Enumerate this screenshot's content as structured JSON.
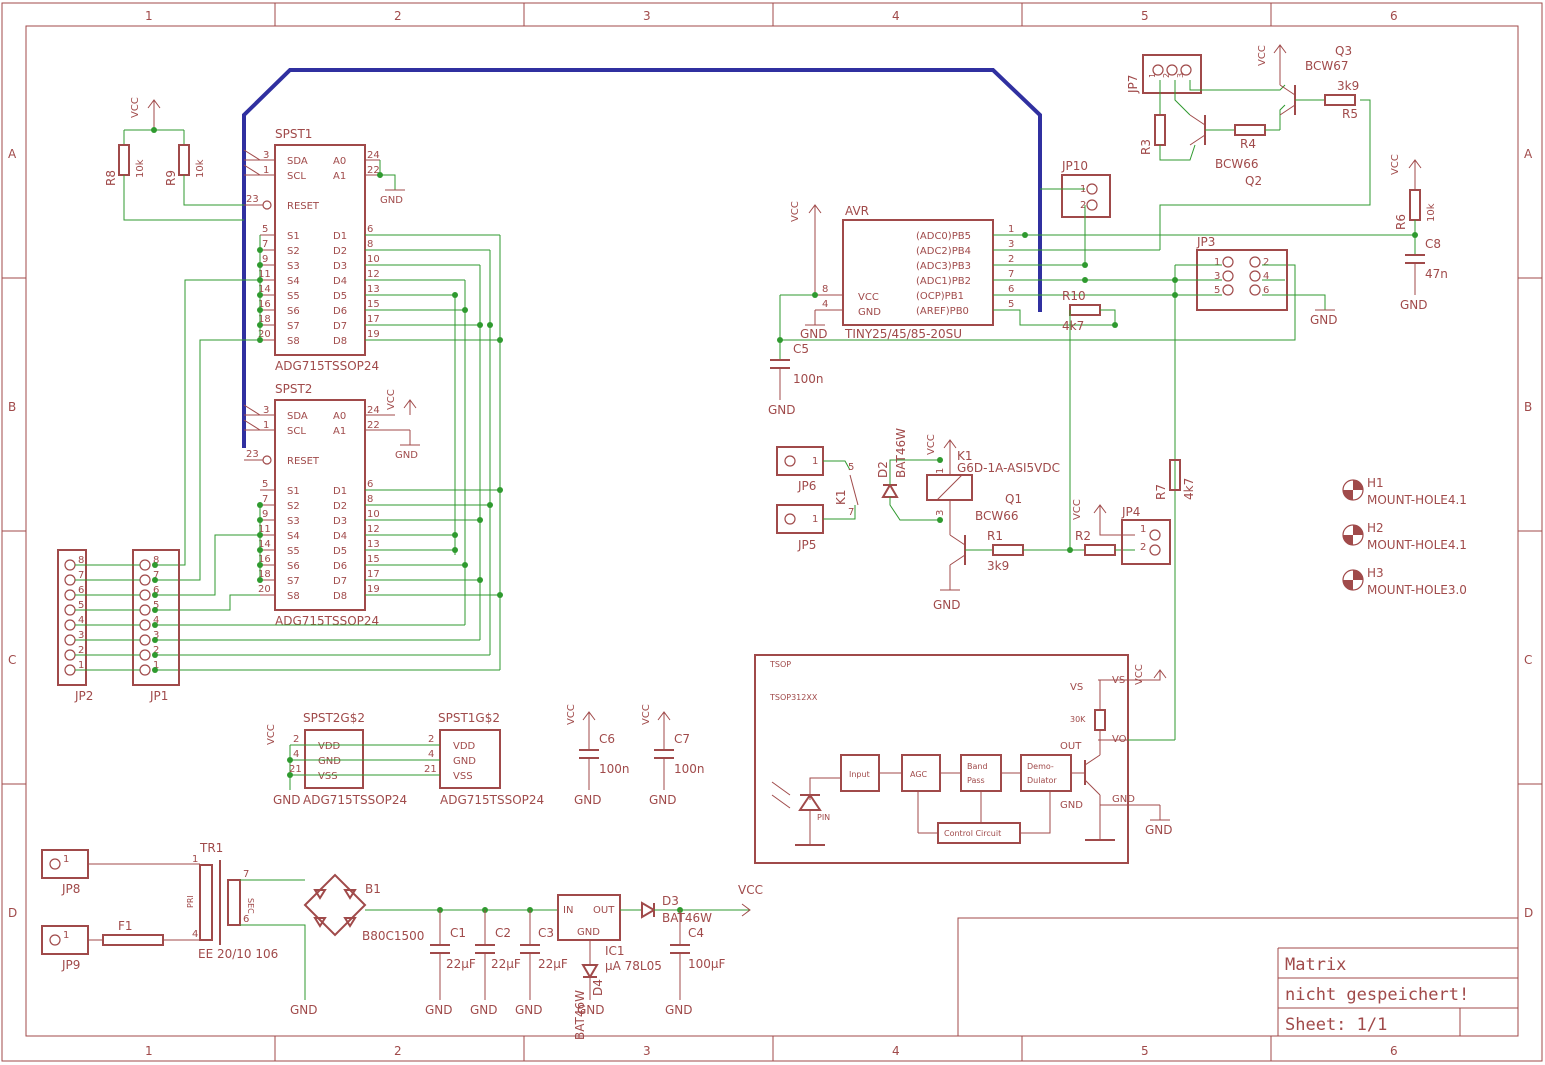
{
  "frame": {
    "columns": [
      "1",
      "2",
      "3",
      "4",
      "5",
      "6"
    ],
    "rows": [
      "A",
      "B",
      "C",
      "D"
    ]
  },
  "title_block": {
    "title": "Matrix",
    "status": "nicht gespeichert!",
    "sheet": "Sheet: 1/1"
  },
  "labels": {
    "vcc": "VCC",
    "gnd": "GND",
    "spst1": "SPST1",
    "spst2": "SPST2",
    "adg": "ADG715TSSOP24",
    "sda": "SDA",
    "scl": "SCL",
    "reset": "RESET",
    "a0": "A0",
    "a1": "A1",
    "s_pins": [
      "S1",
      "S2",
      "S3",
      "S4",
      "S5",
      "S6",
      "S7",
      "S8"
    ],
    "d_pins": [
      "D1",
      "D2",
      "D3",
      "D4",
      "D5",
      "D6",
      "D7",
      "D8"
    ],
    "left_nums": [
      "5",
      "7",
      "9",
      "11",
      "14",
      "16",
      "18",
      "20"
    ],
    "right_nums": [
      "6",
      "8",
      "10",
      "12",
      "13",
      "15",
      "17",
      "19"
    ],
    "r8": "R8",
    "r9": "R9",
    "r10k": "10k",
    "jp1": "JP1",
    "jp2": "JP2",
    "jp_pins": [
      "8",
      "7",
      "6",
      "5",
      "4",
      "3",
      "2",
      "1"
    ],
    "spst2g": "SPST2G$2",
    "spst1g": "SPST1G$2",
    "vdd": "VDD",
    "vss": "VSS",
    "c6": "C6",
    "c7": "C7",
    "c100n": "100n",
    "avr": "AVR",
    "avr_pins": [
      "(ADC0)PB5",
      "(ADC2)PB4",
      "(ADC3)PB3",
      "(ADC1)PB2",
      "(OCP)PB1",
      "(AREF)PB0"
    ],
    "avr_nums": [
      "1",
      "3",
      "2",
      "7",
      "6",
      "5"
    ],
    "avr_part": "TINY25/45/85-20SU",
    "c5": "C5",
    "jp10": "JP10",
    "jp3": "JP3",
    "r10": "R10",
    "r4k7": "4k7",
    "r6": "R6",
    "c8": "C8",
    "c47n": "47n",
    "jp7": "JP7",
    "r3": "R3",
    "r4": "R4",
    "r5": "R5",
    "r3k9": "3k9",
    "q3": "Q3",
    "bcw67": "BCW67",
    "bcw66": "BCW66",
    "q2": "Q2",
    "jp6": "JP6",
    "jp5": "JP5",
    "k1": "K1",
    "d2": "D2",
    "bat46w": "BAT46W",
    "relay": "G6D-1A-ASI5VDC",
    "q1": "Q1",
    "r1": "R1",
    "r2": "R2",
    "jp4": "JP4",
    "r7": "R7",
    "h1": "H1",
    "h2": "H2",
    "h3": "H3",
    "mh41": "MOUNT-HOLE4.1",
    "mh30": "MOUNT-HOLE3.0",
    "tsop": "TSOP",
    "tsop_part": "TSOP312XX",
    "vs": "VS",
    "vo": "VO",
    "out": "OUT",
    "r30k": "30K",
    "pin": "PIN",
    "input": "Input",
    "agc": "AGC",
    "band": "Band",
    "pass": "Pass",
    "demo": "Demo-",
    "dulator": "Dulator",
    "control": "Control Circuit",
    "tr1": "TR1",
    "pri": "PRI",
    "sec": "SEC",
    "ee": "EE 20/10 106",
    "jp8": "JP8",
    "jp9": "JP9",
    "f1": "F1",
    "b1": "B1",
    "b80": "B80C1500",
    "c1": "C1",
    "c2": "C2",
    "c3": "C3",
    "c22u": "22µF",
    "ic1": "IC1",
    "ua78": "µA 78L05",
    "in": "IN",
    "gndl": "GND",
    "d3": "D3",
    "d4": "D4",
    "c4": "C4",
    "c100u": "100µF"
  }
}
